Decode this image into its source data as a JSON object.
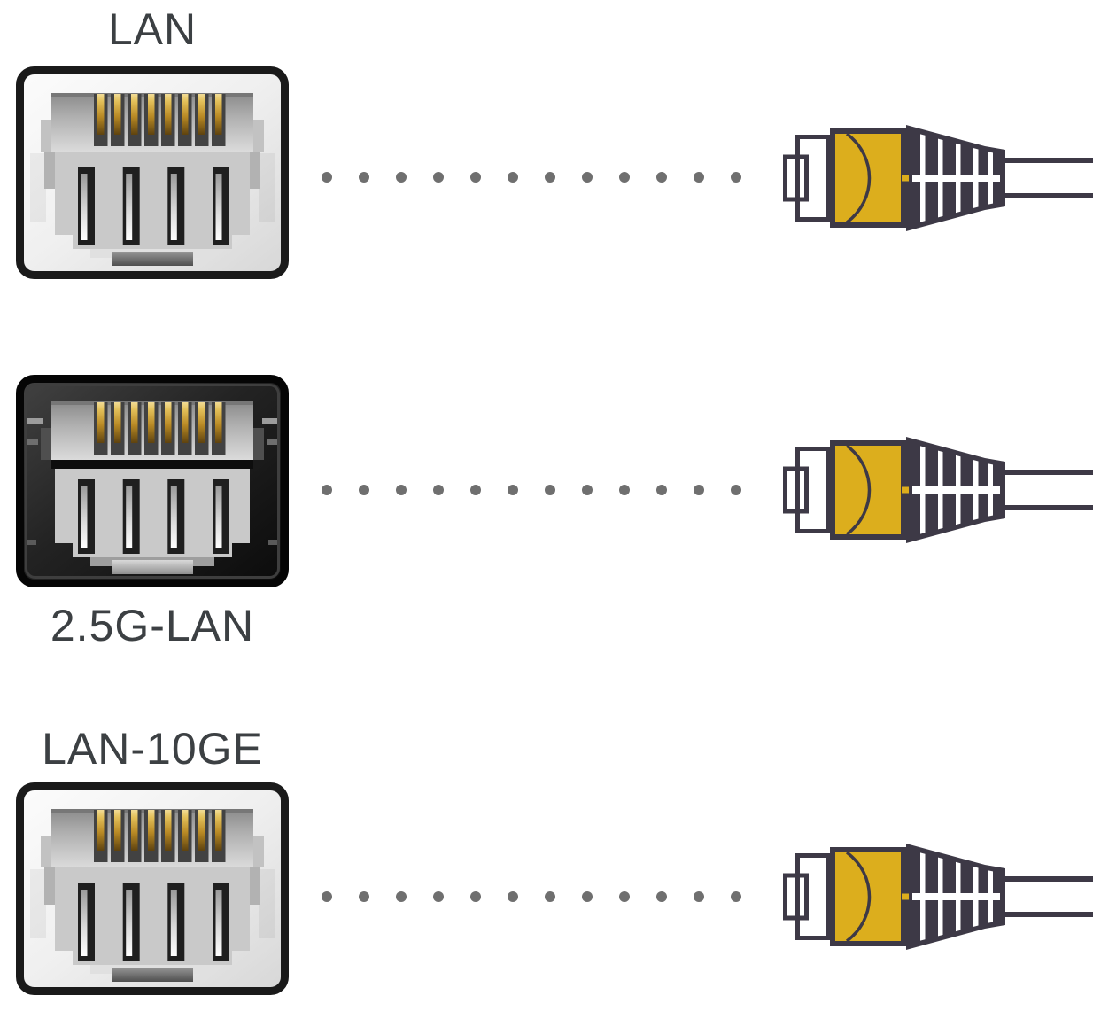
{
  "ports": [
    {
      "id": "lan",
      "label": "LAN",
      "variant": "light",
      "label_position": "above"
    },
    {
      "id": "2-5g-lan",
      "label": "2.5G-LAN",
      "variant": "dark",
      "label_position": "below"
    },
    {
      "id": "lan-10ge",
      "label": "LAN-10GE",
      "variant": "light",
      "label_position": "above"
    }
  ],
  "connection": {
    "dots_per_row": 12,
    "connector_type": "rj45-ethernet-cable-plug"
  },
  "colors": {
    "plug-body": "#DCAE1D",
    "plug-outline": "#3D3946",
    "dot": "#6F6F6F",
    "label": "#3C4043",
    "page-bg": "#FFFFFF"
  }
}
